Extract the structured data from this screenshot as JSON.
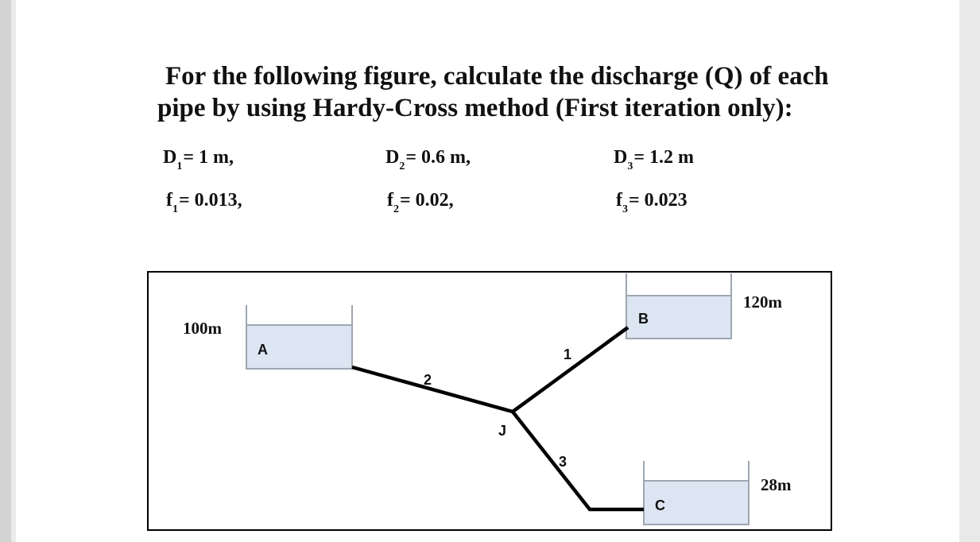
{
  "problem": {
    "line1": "For the following figure, calculate the discharge (Q) of each",
    "line2": "pipe by using Hardy-Cross method (First iteration only):"
  },
  "params": [
    {
      "sym": "D",
      "sub": "1",
      "text": "= 1 m,"
    },
    {
      "sym": "D",
      "sub": "2",
      "text": "= 0.6 m,"
    },
    {
      "sym": "D",
      "sub": "3",
      "text": "= 1.2 m"
    },
    {
      "sym": "f",
      "sub": "1",
      "text": "= 0.013,"
    },
    {
      "sym": "f",
      "sub": "2",
      "text": "= 0.02,"
    },
    {
      "sym": "f",
      "sub": "3",
      "text": "= 0.023"
    }
  ],
  "figure": {
    "reservoirs": [
      {
        "id": "A",
        "elevation": "100m"
      },
      {
        "id": "B",
        "elevation": "120m"
      },
      {
        "id": "C",
        "elevation": "28m"
      }
    ],
    "junction": "J",
    "pipes": [
      "1",
      "2",
      "3"
    ],
    "colors": {
      "water": "#dce6f2",
      "tank_border": "#9ea6b0",
      "pipe": "#000000"
    }
  }
}
